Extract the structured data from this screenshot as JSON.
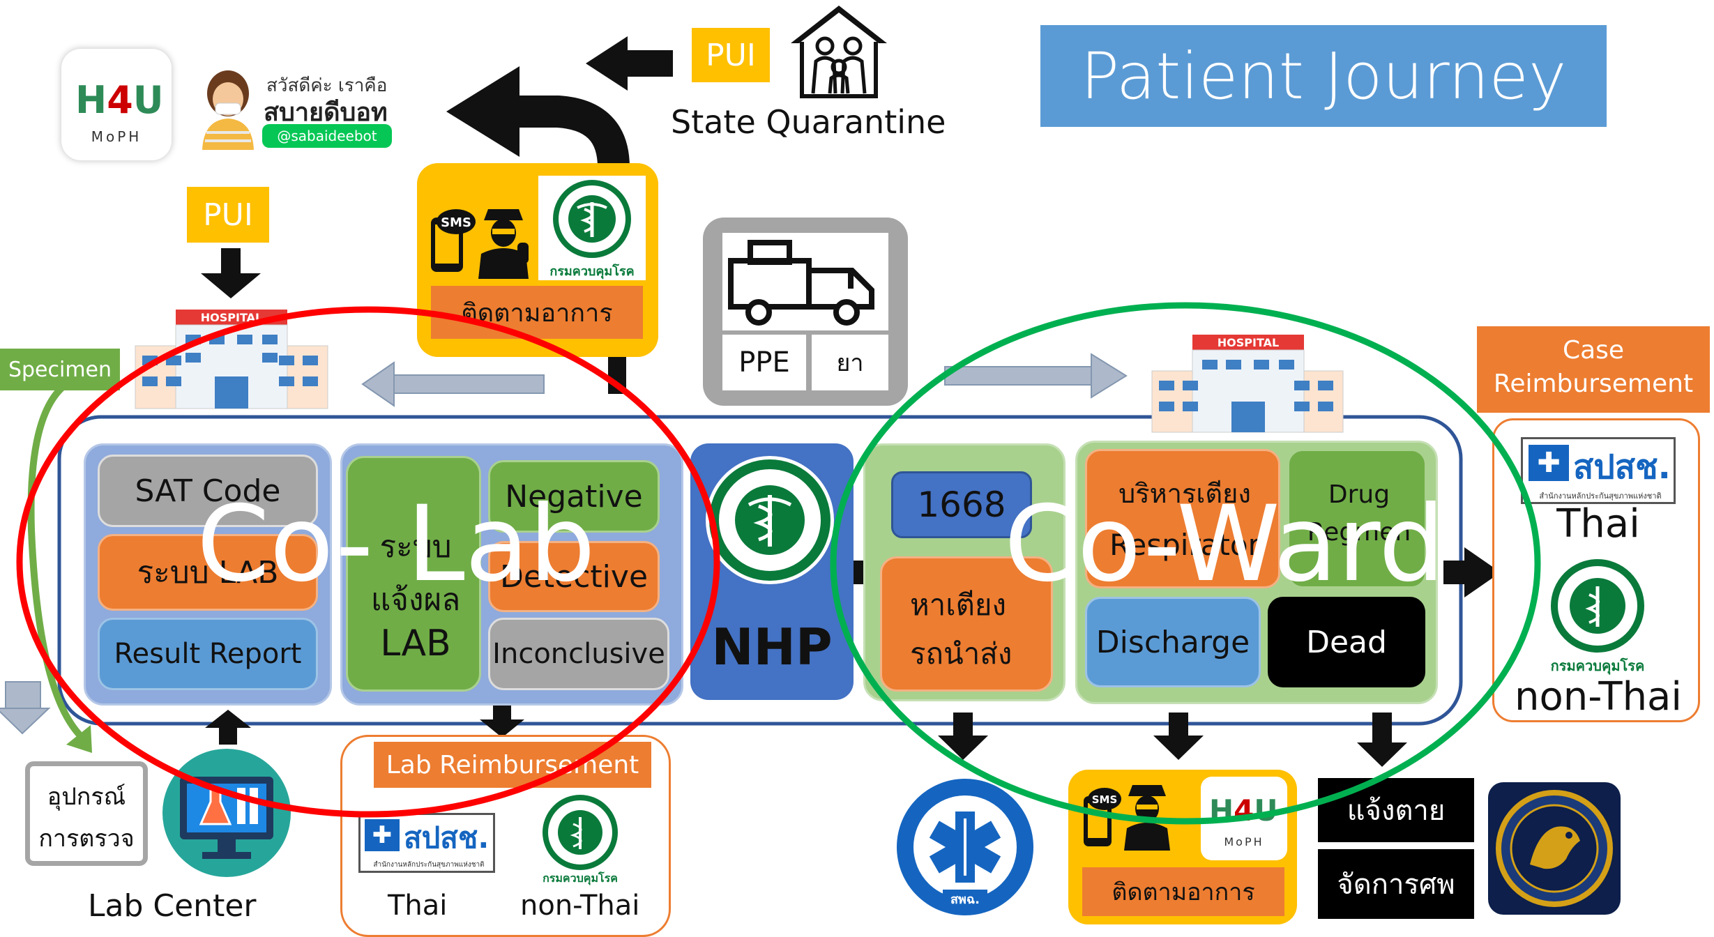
{
  "title": "Patient Journey",
  "top": {
    "pui_left": "PUI",
    "pui_top": "PUI",
    "state_quarantine": "State Quarantine",
    "bot_greeting": "สวัสดีค่ะ เราคือ",
    "bot_name": "สบายดีบอท",
    "bot_line": "@sabaideebot",
    "h4u_moph": "MoPH",
    "follow_up": "ติดตามอาการ",
    "sms": "SMS",
    "ddc_name": "กรมควบคุมโรค",
    "ppe": "PPE",
    "medicine": "ยา",
    "hospital_sign": "HOSPITAL"
  },
  "specimen": "Specimen",
  "colab": {
    "overlay": "Co- Lab",
    "sat_code": "SAT Code",
    "lab_system": "ระบบ LAB",
    "result_report": "Result Report",
    "report_system_l1": "ระบบ",
    "report_system_l2": "แจ้งผล",
    "report_system_l3": "LAB",
    "negative": "Negative",
    "detective": "Detective",
    "inconclusive": "Inconclusive"
  },
  "nhp": "NHP",
  "coward": {
    "overlay": "Co-Ward",
    "hotline": "1668",
    "find_bed_l1": "หาเตียง",
    "find_bed_l2": "รถนำส่ง",
    "bed_mgmt": "บริหารเตียง",
    "respirator": "Respirator",
    "drug_l1": "Drug",
    "drug_l2": "Regmen",
    "discharge": "Discharge",
    "dead": "Dead"
  },
  "case_reimb": {
    "title_l1": "Case",
    "title_l2": "Reimbursement",
    "thai": "Thai",
    "non_thai": "non-Thai",
    "nhso": "สปสช.",
    "nhso_sub": "สำนักงานหลักประกันสุขภาพแห่งชาติ",
    "ddc_name": "กรมควบคุมโรค"
  },
  "lab_reimb": {
    "title": "Lab Reimbursement",
    "thai": "Thai",
    "non_thai": "non-Thai",
    "nhso": "สปสช.",
    "nhso_sub": "สำนักงานหลักประกันสุขภาพแห่งชาติ",
    "ddc_name": "กรมควบคุมโรค"
  },
  "bottom": {
    "equipment_l1": "อุปกรณ์",
    "equipment_l2": "การตรวจ",
    "lab_center": "Lab Center",
    "niem_text": "สพฉ.",
    "follow_up": "ติดตามอาการ",
    "sms": "SMS",
    "h4u_moph": "MoPH",
    "report_death": "แจ้งตาย",
    "manage_body": "จัดการศพ"
  },
  "colors": {
    "orange": "#ed7d31",
    "yellow": "#ffc000",
    "green": "#70ad47",
    "blue": "#5b9bd5",
    "gray": "#a5a5a5",
    "navy": "#4472c4",
    "red_ring": "#ff0000",
    "green_ring": "#00b050"
  },
  "icons": [
    "h4u-logo-icon",
    "bot-avatar-icon",
    "house-family-icon",
    "sms-phone-icon",
    "officer-icon",
    "moph-seal-icon",
    "truck-icon",
    "hospital-icon",
    "ems-logo-icon",
    "interior-ministry-seal-icon",
    "lab-computer-icon",
    "nhso-logo-icon"
  ]
}
